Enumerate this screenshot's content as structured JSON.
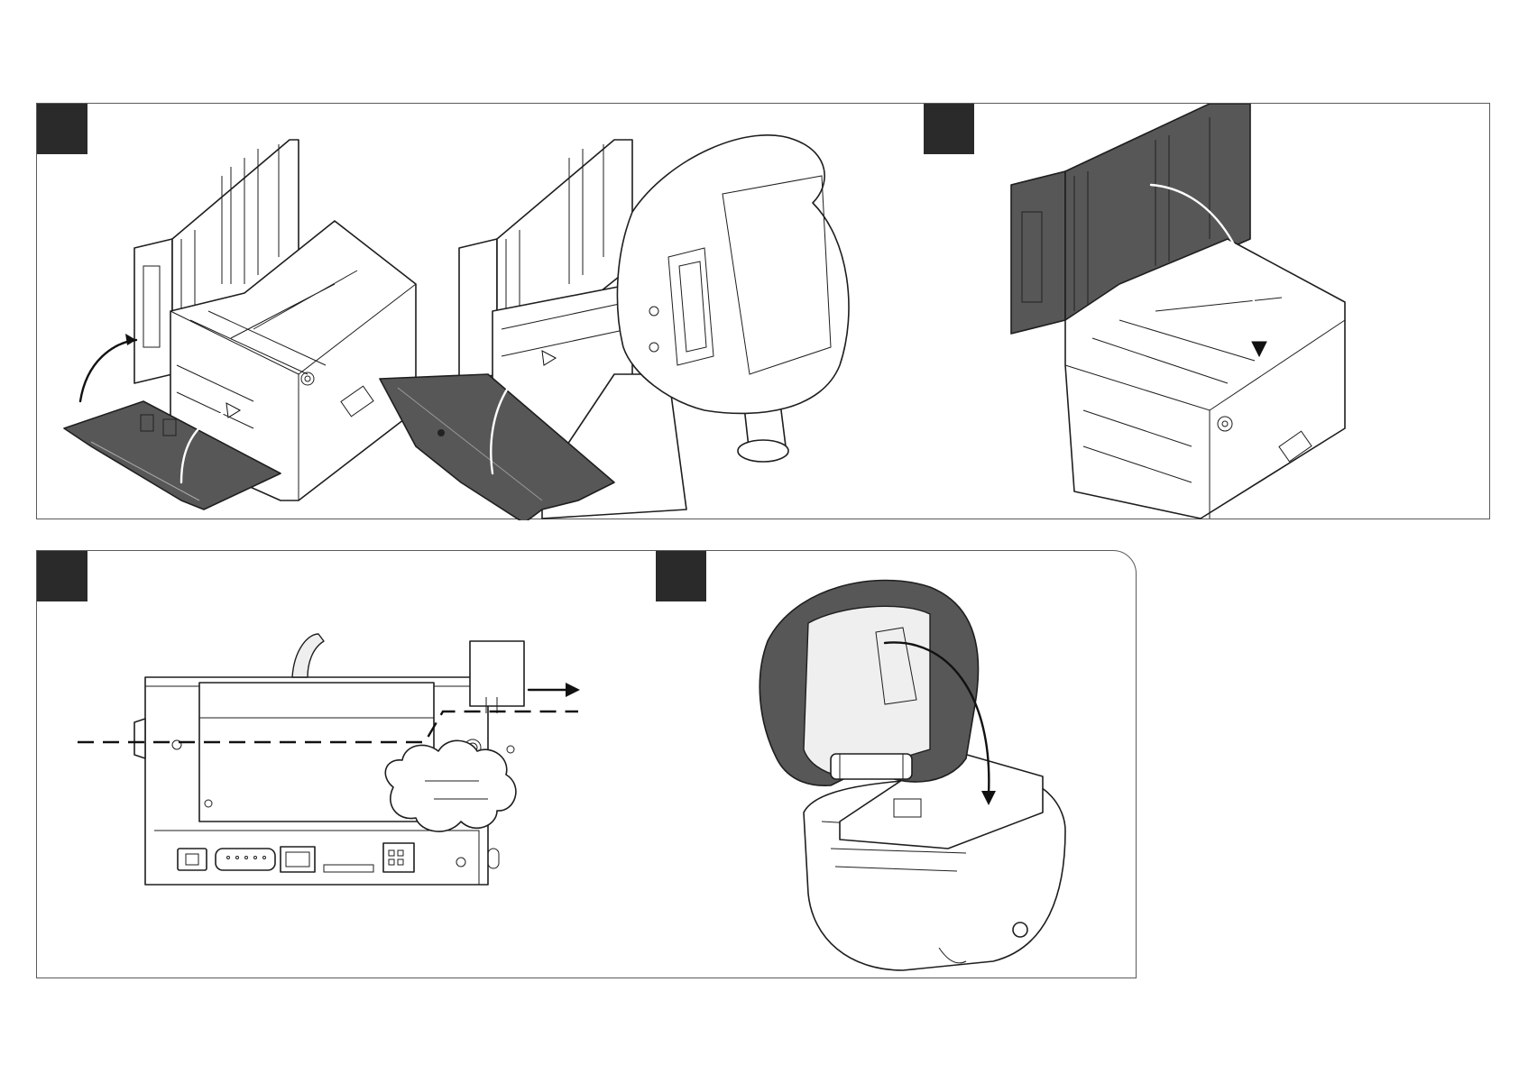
{
  "colors": {
    "ink": "#1e1e1e",
    "badge": "#2a2a2a",
    "part_highlight": "#575757",
    "frame": "#5a5a5a",
    "background": "#ffffff"
  },
  "panels": [
    {
      "name": "top-panel",
      "steps": [
        "step-1",
        "step-2"
      ]
    },
    {
      "name": "bottom-panel",
      "steps": [
        "step-3",
        "step-4"
      ]
    }
  ],
  "icons": [
    "arrow-icon",
    "dashed-line-icon",
    "cloud-icon",
    "printer-illustration"
  ]
}
